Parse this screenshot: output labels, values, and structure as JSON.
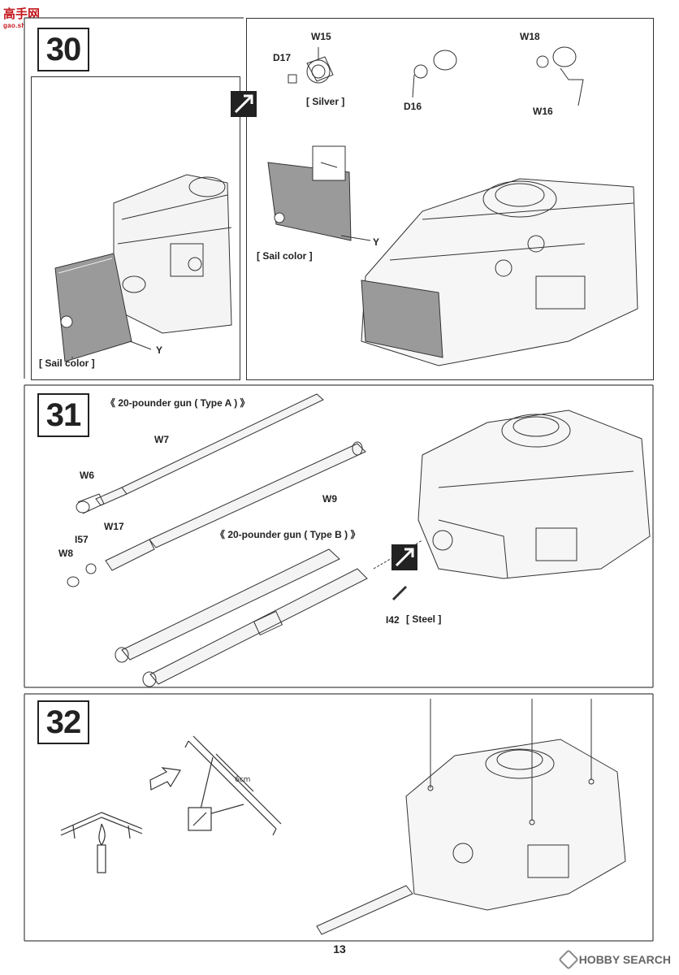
{
  "watermark": {
    "main": "高手网",
    "sub": "gao.shou.com"
  },
  "steps": [
    {
      "number": "30"
    },
    {
      "number": "31"
    },
    {
      "number": "32"
    }
  ],
  "step30": {
    "labels": {
      "w15": "W15",
      "d17": "D17",
      "silver": "[ Silver ]",
      "d16": "D16",
      "w18": "W18",
      "w16": "W16",
      "sail_left": "[ Sail color ]",
      "y_left": "Y",
      "sail_right": "[ Sail color ]",
      "y_right": "Y"
    }
  },
  "step31": {
    "labels": {
      "type_a": "《 20-pounder gun ( Type A ) 》",
      "type_b": "《 20-pounder gun ( Type B ) 》",
      "w7": "W7",
      "w6": "W6",
      "w9": "W9",
      "w17": "W17",
      "i57": "I57",
      "w8": "W8",
      "i42": "I42",
      "steel": "[ Steel ]"
    }
  },
  "step32": {
    "labels": {
      "measure": "6cm"
    }
  },
  "footer": {
    "page_number": "13",
    "brand": "HOBBY SEARCH"
  }
}
